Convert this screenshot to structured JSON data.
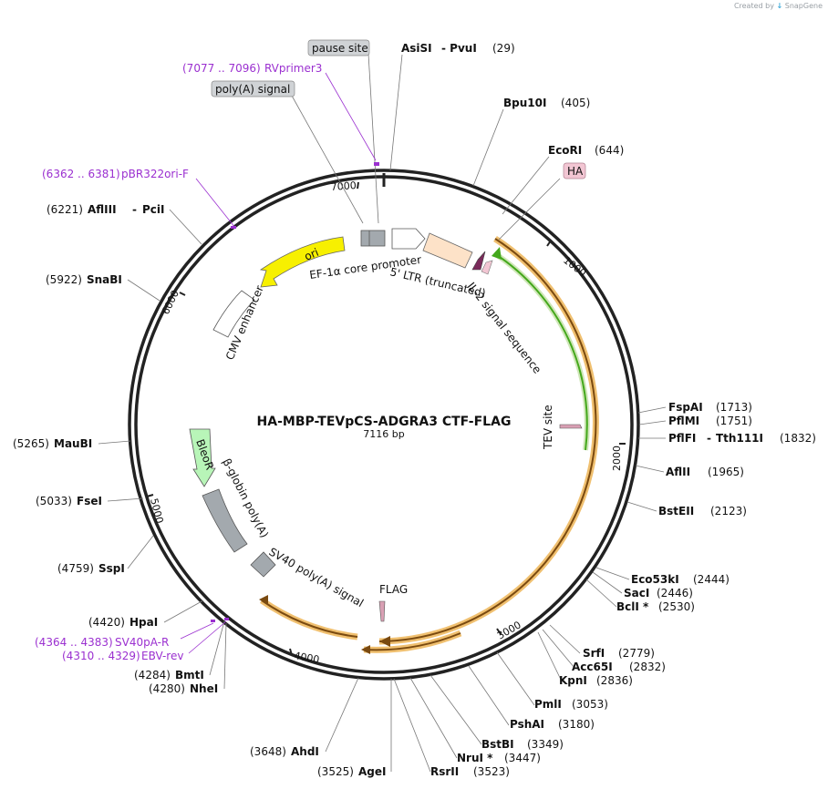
{
  "credit": {
    "prefix": "Created by",
    "brand": "SnapGene"
  },
  "plasmid": {
    "name": "HA-MBP-TEVpCS-ADGRA3 CTF-FLAG",
    "length": "7116 bp"
  },
  "ticks": [
    "1000",
    "2000",
    "3000",
    "4000",
    "5000",
    "6000",
    "7000"
  ],
  "sites": [
    {
      "name": "AsiSI",
      "pos": "",
      "extra": "PvuI",
      "extra_pos": "(29)"
    },
    {
      "name": "Bpu10I",
      "pos": "(405)"
    },
    {
      "name": "EcoRI",
      "pos": "(644)"
    },
    {
      "name": "FspAI",
      "pos": "(1713)"
    },
    {
      "name": "PflMI",
      "pos": "(1751)"
    },
    {
      "name": "PflFI",
      "pos": "",
      "extra": "Tth111I",
      "extra_pos": "(1832)"
    },
    {
      "name": "AflII",
      "pos": "(1965)"
    },
    {
      "name": "BstEII",
      "pos": "(2123)"
    },
    {
      "name": "Eco53kI",
      "pos": "(2444)"
    },
    {
      "name": "SacI",
      "pos": "(2446)"
    },
    {
      "name": "BclI *",
      "pos": "(2530)"
    },
    {
      "name": "SrfI",
      "pos": "(2779)"
    },
    {
      "name": "Acc65I",
      "pos": "(2832)"
    },
    {
      "name": "KpnI",
      "pos": "(2836)"
    },
    {
      "name": "PmlI",
      "pos": "(3053)"
    },
    {
      "name": "PshAI",
      "pos": "(3180)"
    },
    {
      "name": "BstBI",
      "pos": "(3349)"
    },
    {
      "name": "NruI *",
      "pos": "(3447)"
    },
    {
      "name": "RsrII",
      "pos": "(3523)"
    },
    {
      "name": "AgeI",
      "pos": "(3525)"
    },
    {
      "name": "AhdI",
      "pos": "(3648)"
    },
    {
      "name": "NheI",
      "pos": "(4280)"
    },
    {
      "name": "BmtI",
      "pos": "(4284)"
    },
    {
      "name": "HpaI",
      "pos": "(4420)"
    },
    {
      "name": "SspI",
      "pos": "(4759)"
    },
    {
      "name": "FseI",
      "pos": "(5033)"
    },
    {
      "name": "MauBI",
      "pos": "(5265)"
    },
    {
      "name": "SnaBI",
      "pos": "(5922)"
    },
    {
      "name": "AflIII",
      "pos": "(6221)",
      "extra": "PciI",
      "extra_pos": ""
    }
  ],
  "primers": [
    {
      "range": "(7077 .. 7096)",
      "name": "RVprimer3"
    },
    {
      "range": "(6362 .. 6381)",
      "name": "pBR322ori-F"
    },
    {
      "range": "(4364 .. 4383)",
      "name": "SV40pA-R"
    },
    {
      "range": "(4310 .. 4329)",
      "name": "EBV-rev"
    }
  ],
  "boxed_features": {
    "pause_site": "pause site",
    "polya_signal": "poly(A) signal",
    "ha": "HA"
  },
  "features": {
    "ori": "ori",
    "ef1a": "EF-1α core promoter",
    "ltr": "5' LTR (truncated)",
    "il2": "IL-2 signal sequence",
    "cmv": "CMV enhancer",
    "tev": "TEV site",
    "bleor": "BleoR",
    "bglobin": "β-globin poly(A)",
    "sv40": "SV40 poly(A) signal",
    "flag": "FLAG"
  },
  "colors": {
    "primer": "#9b30d0",
    "ori": "#f7f000",
    "orf_outline": "#f0c070",
    "green_arrow": "#44a81c",
    "bleor": "#b8f5b8",
    "polya": "#a3a9ae",
    "ltr": "#fde2c8",
    "il2": "#7a2a5a",
    "ha": "#f2c6d3"
  }
}
